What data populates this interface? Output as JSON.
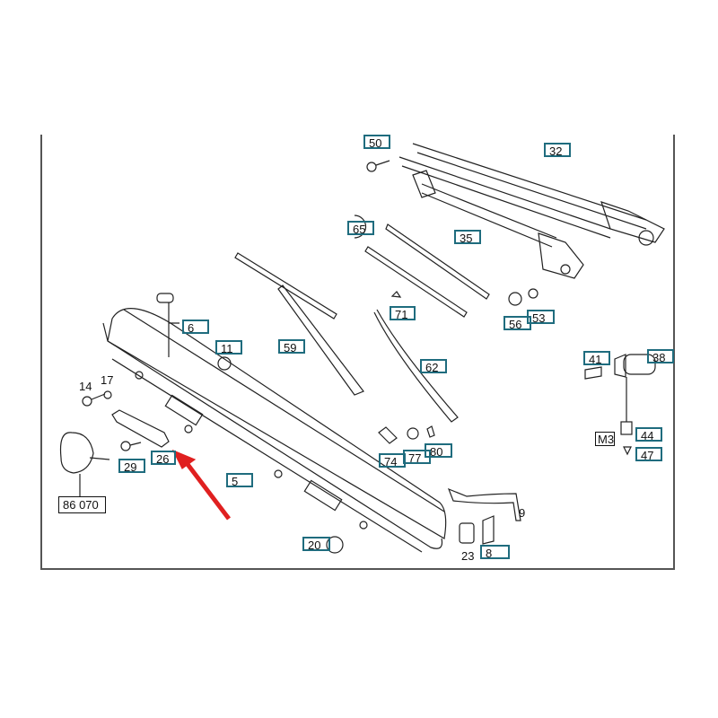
{
  "diagram": {
    "callouts": [
      {
        "id": "50",
        "style": "teal"
      },
      {
        "id": "32",
        "style": "teal"
      },
      {
        "id": "65",
        "style": "teal"
      },
      {
        "id": "35",
        "style": "teal"
      },
      {
        "id": "71",
        "style": "teal"
      },
      {
        "id": "56",
        "style": "teal"
      },
      {
        "id": "53",
        "style": "teal"
      },
      {
        "id": "6",
        "style": "teal"
      },
      {
        "id": "11",
        "style": "teal"
      },
      {
        "id": "59",
        "style": "teal"
      },
      {
        "id": "62",
        "style": "teal"
      },
      {
        "id": "41",
        "style": "teal"
      },
      {
        "id": "38",
        "style": "teal"
      },
      {
        "id": "14",
        "style": "plain"
      },
      {
        "id": "17",
        "style": "plain"
      },
      {
        "id": "44",
        "style": "teal"
      },
      {
        "id": "47",
        "style": "teal"
      },
      {
        "id": "M3",
        "style": "black"
      },
      {
        "id": "74",
        "style": "teal"
      },
      {
        "id": "77",
        "style": "teal"
      },
      {
        "id": "80",
        "style": "teal"
      },
      {
        "id": "26",
        "style": "teal"
      },
      {
        "id": "29",
        "style": "teal"
      },
      {
        "id": "5",
        "style": "teal"
      },
      {
        "id": "86 070",
        "style": "black"
      },
      {
        "id": "9",
        "style": "plain"
      },
      {
        "id": "23",
        "style": "plain"
      },
      {
        "id": "8",
        "style": "teal"
      },
      {
        "id": "20",
        "style": "teal"
      }
    ],
    "highlight": {
      "target": "26",
      "arrow_color": "#e02020"
    },
    "colors": {
      "callout_border": "#1f6c7e",
      "line": "#222222"
    }
  }
}
